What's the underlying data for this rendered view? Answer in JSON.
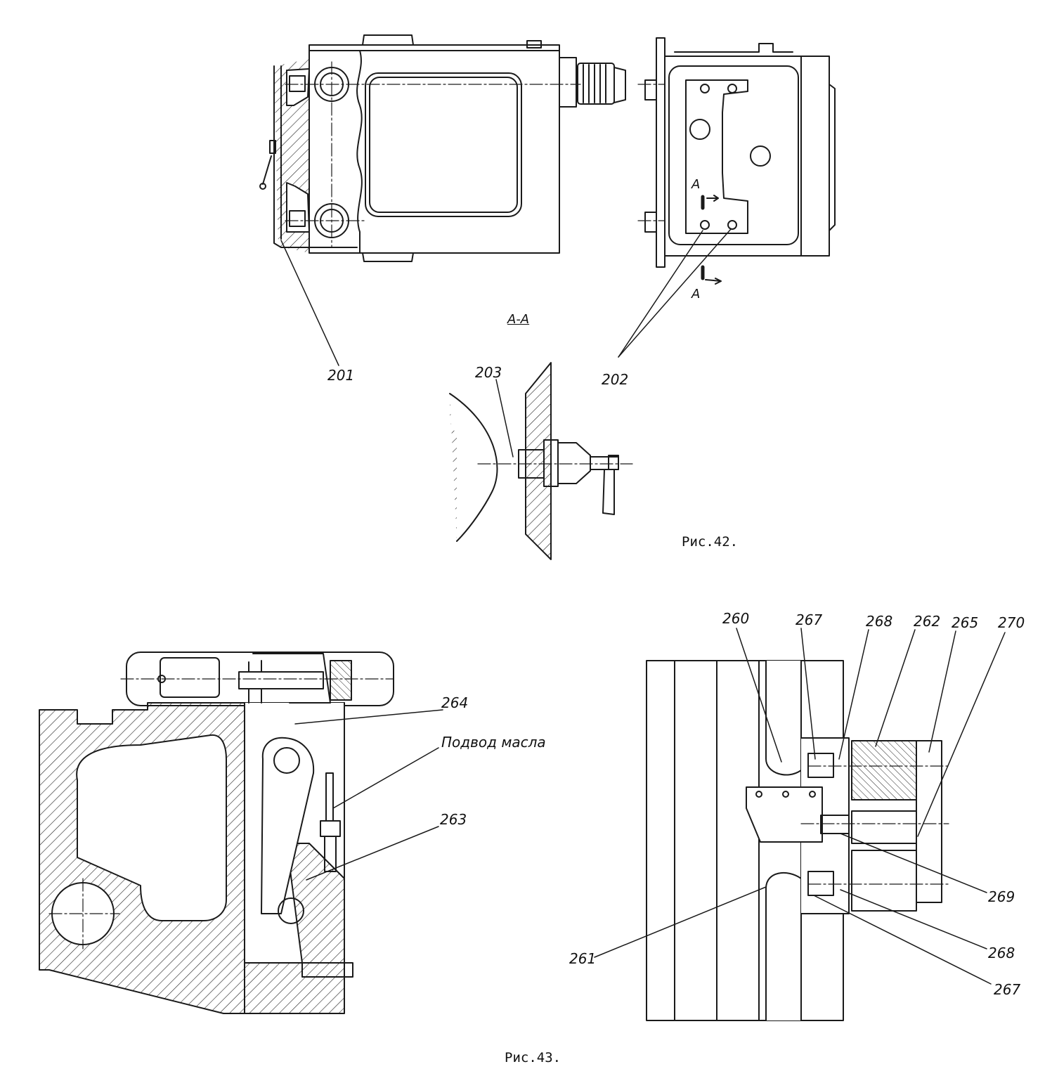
{
  "figures": [
    {
      "caption": "Рис.42.",
      "section_label": "А-А",
      "section_marks": [
        "А",
        "А"
      ],
      "callouts": [
        "201",
        "202",
        "203"
      ]
    },
    {
      "caption": "Рис.43.",
      "oil_label": "Подвод масла",
      "callouts_left": [
        "264",
        "263"
      ],
      "callouts_right_top": [
        "260",
        "267",
        "268",
        "262",
        "265",
        "270"
      ],
      "callouts_right_side": [
        "269",
        "268",
        "267",
        "261"
      ]
    }
  ]
}
